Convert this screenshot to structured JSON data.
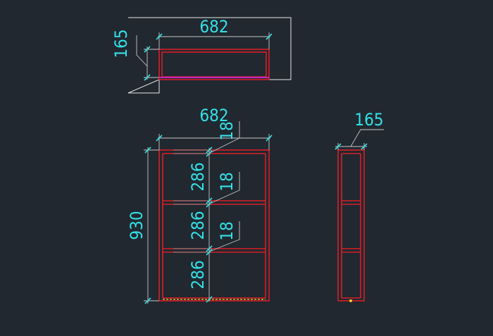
{
  "dimensions": {
    "top_width": "682",
    "top_depth": "165",
    "front_width": "682",
    "front_height": "930",
    "shelf_gap_1": "286",
    "shelf_gap_2": "286",
    "shelf_gap_3": "286",
    "board_1": "18",
    "board_2": "18",
    "board_3": "18",
    "side_depth": "165"
  },
  "colors": {
    "background": "#212830",
    "panel": "#d81f26",
    "dimension_text": "#35e0e6",
    "outline": "#e8e8e8",
    "edge_magenta": "#c027c4",
    "hidden_yellow": "#f2d22a"
  }
}
